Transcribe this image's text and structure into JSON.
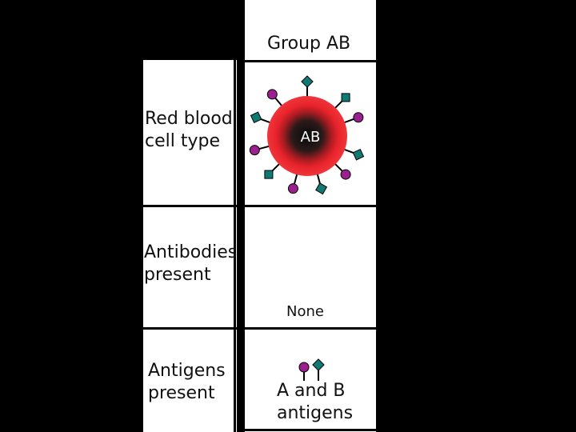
{
  "header": {
    "group_title": "Group AB"
  },
  "rows": {
    "red_blood_cell": {
      "label": "Red blood\ncell type",
      "cell_text": "AB"
    },
    "antibodies": {
      "label": "Antibodies\npresent",
      "value": "None"
    },
    "antigens": {
      "label": "Antigens\npresent",
      "value": "A and B\nantigens"
    }
  },
  "colors": {
    "cell_outer": "#e8232b",
    "cell_inner": "#111111",
    "antigen_a": "#9b1f8e",
    "antigen_b": "#0f7a74"
  },
  "icons": {
    "red_blood_cell": "red-blood-cell-icon",
    "antigen_a": "circle-antigen-icon",
    "antigen_b": "diamond-antigen-icon"
  }
}
